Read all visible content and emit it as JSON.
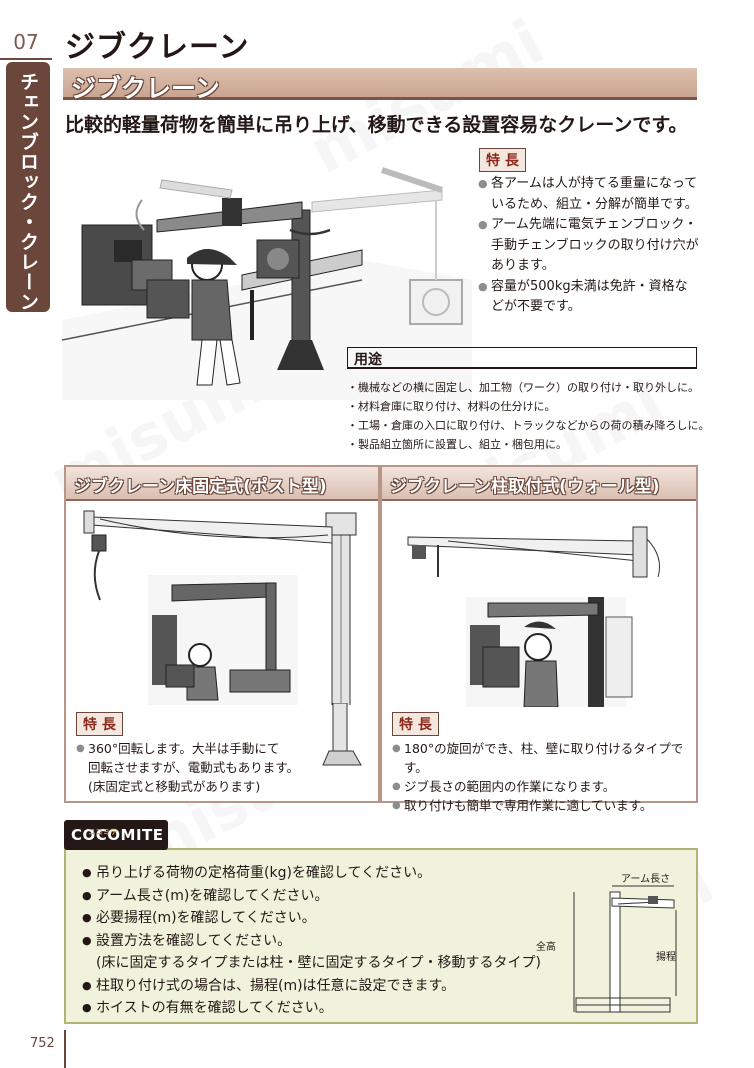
{
  "chapter": {
    "number": "07",
    "tab_label": "チェンブロック・クレーン"
  },
  "page_title": "ジブクレーン",
  "section_title": "ジブクレーン",
  "subtitle": "比較的軽量荷物を簡単に吊り上げ、移動できる設置容易なクレーンです。",
  "features": {
    "label": "特 長",
    "items": [
      "各アームは人が持てる重量になっているため、組立・分解が簡単です。",
      "アーム先端に電気チェンブロック・手動チェンブロックの取り付け穴があります。",
      "容量が500kg未満は免許・資格などが不要です。"
    ]
  },
  "uses": {
    "label": "用途",
    "items": [
      "・機械などの横に固定し、加工物（ワーク）の取り付け・取り外しに。",
      "・材料倉庫に取り付け、材料の仕分けに。",
      "・工場・倉庫の入口に取り付け、トラックなどからの荷の積み降ろしに。",
      "・製品組立箇所に設置し、組立・梱包用に。"
    ]
  },
  "post_type": {
    "title": "ジブクレーン床固定式(ポスト型)",
    "label": "特 長",
    "items": [
      "360°回転します。大半は手動にて",
      "回転させますが、電動式もあります。",
      "(床固定式と移動式があります)"
    ]
  },
  "wall_type": {
    "title": "ジブクレーン柱取付式(ウォール型)",
    "label": "特 長",
    "items": [
      "180°の旋回ができ、柱、壁に取り付けるタイプです。",
      "ジブ長さの範囲内の作業になります。",
      "取り付けも簡単で専用作業に適しています。"
    ]
  },
  "cocomite": {
    "logo": "COCOMITE",
    "logo_small": "ココミテ",
    "items": [
      "吊り上げる荷物の定格荷重(kg)を確認してください。",
      "アーム長さ(m)を確認してください。",
      "必要揚程(m)を確認してください。",
      "設置方法を確認してください。",
      "(床に固定するタイプまたは柱・壁に固定するタイプ・移動するタイプ)",
      "柱取り付け式の場合は、揚程(m)は任意に設定できます。",
      "ホイストの有無を確認してください。"
    ],
    "diagram": {
      "arm_length": "アーム長さ",
      "total_height": "全高",
      "lift": "揚程"
    }
  },
  "page_number": "752",
  "watermark": "misumi"
}
